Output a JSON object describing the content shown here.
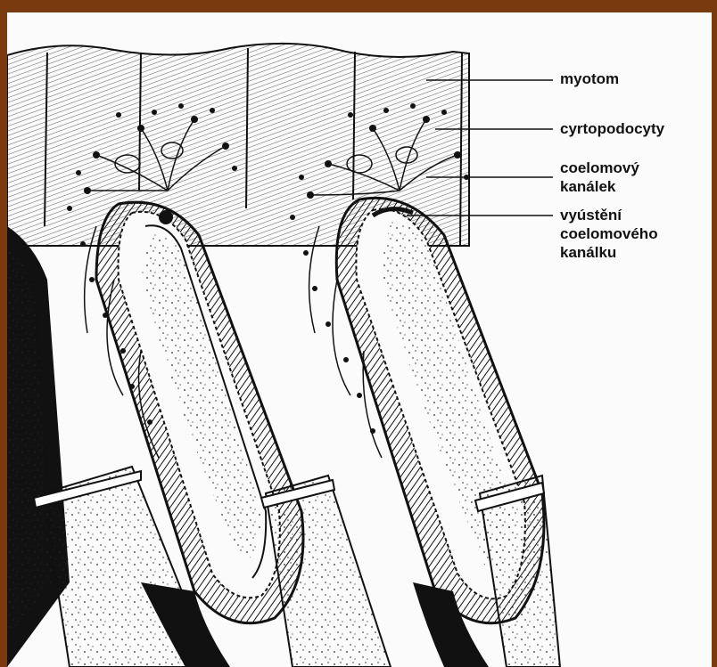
{
  "colors": {
    "frame": "#7a3a10",
    "paper": "#fbfbfb",
    "ink": "#111111"
  },
  "labels": {
    "myotom": "myotom",
    "cyrtopodocyty": "cyrtopodocyty",
    "coelomovy_kanalek": [
      "coelomový",
      "kanálek"
    ],
    "vyusteni": [
      "vyústění",
      "coelomového",
      "kanálku"
    ]
  }
}
